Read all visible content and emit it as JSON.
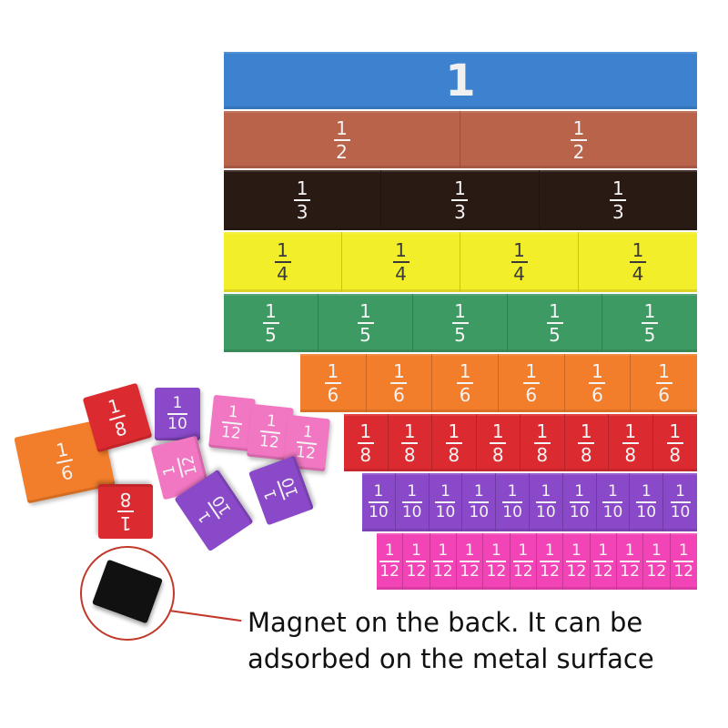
{
  "rows": [
    {
      "name": "whole",
      "label": "1",
      "count": 1,
      "color": "#3d82cf"
    },
    {
      "name": "halves",
      "num": "1",
      "den": "2",
      "count": 2,
      "color": "#b9634a"
    },
    {
      "name": "thirds",
      "num": "1",
      "den": "3",
      "count": 3,
      "color": "#2a1a14"
    },
    {
      "name": "fourths",
      "num": "1",
      "den": "4",
      "count": 4,
      "color": "#f3ee2a",
      "text_color": "#3a3a3a"
    },
    {
      "name": "fifths",
      "num": "1",
      "den": "5",
      "count": 5,
      "color": "#3e9a63"
    },
    {
      "name": "sixths",
      "num": "1",
      "den": "6",
      "count": 6,
      "color": "#f27d2a"
    },
    {
      "name": "eighths",
      "num": "1",
      "den": "8",
      "count": 8,
      "color": "#dc2b30"
    },
    {
      "name": "tenths",
      "num": "1",
      "den": "10",
      "count": 10,
      "color": "#8a49c8"
    },
    {
      "name": "twelfths",
      "num": "1",
      "den": "12",
      "count": 12,
      "color": "#f244b6"
    }
  ],
  "loose_pieces": [
    {
      "num": "1",
      "den": "6",
      "color": "#f27d2a",
      "rot": -12
    },
    {
      "num": "1",
      "den": "8",
      "color": "#dc2b30",
      "rot": -16
    },
    {
      "num": "1",
      "den": "10",
      "color": "#8a49c8",
      "rot": 0
    },
    {
      "num": "1",
      "den": "12",
      "color": "#f277c3",
      "rot": 6
    },
    {
      "num": "1",
      "den": "12",
      "color": "#f277c3",
      "rot": 6
    },
    {
      "num": "1",
      "den": "12",
      "color": "#f277c3",
      "rot": 6
    },
    {
      "num": "1",
      "den": "12",
      "color": "#f277c3",
      "rot": -104
    },
    {
      "num": "1",
      "den": "8",
      "color": "#dc2b30",
      "rot": 180
    },
    {
      "num": "1",
      "den": "10",
      "color": "#8a49c8",
      "rot": -124
    },
    {
      "num": "1",
      "den": "10",
      "color": "#8a49c8",
      "rot": -110
    }
  ],
  "caption": {
    "line1": "Magnet on the back. It can be",
    "line2": "adsorbed on the metal surface"
  },
  "magnet_icon": "black-magnet-square",
  "accent_color": "#c0392b"
}
